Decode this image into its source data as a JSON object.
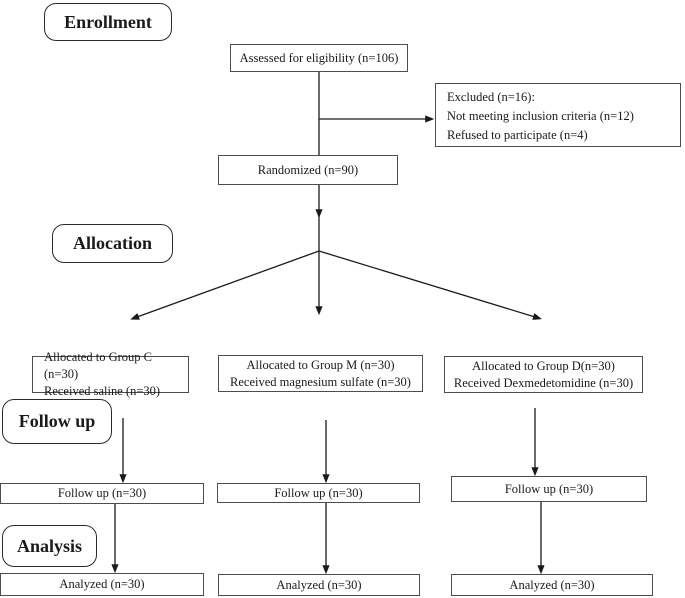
{
  "stages": {
    "enrollment": "Enrollment",
    "allocation": "Allocation",
    "follow_up": "Follow up",
    "analysis": "Analysis"
  },
  "nodes": {
    "assessed": "Assessed for eligibility (n=106)",
    "excluded": {
      "lines": [
        "Excluded (n=16):",
        "Not meeting inclusion criteria (n=12)",
        "Refused to participate (n=4)"
      ]
    },
    "randomized": "Randomized (n=90)",
    "allocation_groups": [
      {
        "lines": [
          "Allocated to Group C (n=30)",
          "Received saline (n=30)"
        ]
      },
      {
        "lines": [
          "Allocated to Group M (n=30)",
          "Received magnesium sulfate (n=30)"
        ]
      },
      {
        "lines": [
          "Allocated to Group D(n=30)",
          "Received Dexmedetomidine (n=30)"
        ]
      }
    ],
    "follow_up": [
      "Follow up (n=30)",
      "Follow up (n=30)",
      "Follow up (n=30)"
    ],
    "analyzed": [
      "Analyzed (n=30)",
      "Analyzed (n=30)",
      "Analyzed (n=30)"
    ]
  },
  "colors": {
    "line": "#1a1a1a",
    "box_border": "#4d4d4d",
    "stage_border": "#2b2b2b",
    "text": "#1a1a1a",
    "background": "#ffffff"
  }
}
